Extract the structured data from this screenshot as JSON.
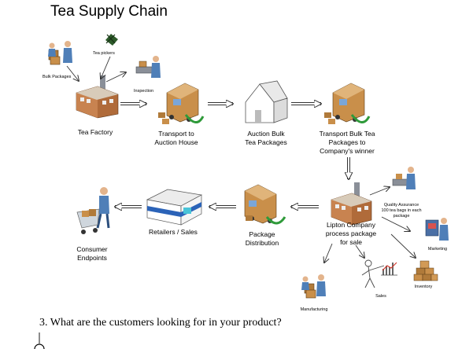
{
  "title": "Tea Supply Chain",
  "nodes": {
    "bulk_packages": "Bulk Packages",
    "tea_pickers": "Tea pickers",
    "inspection": "Inspection",
    "tea_factory": "Tea Factory",
    "transport_auction": [
      "Transport to",
      "Auction House"
    ],
    "auction_bulk": [
      "Auction Bulk",
      "Tea Packages"
    ],
    "transport_bulk": [
      "Transport Bulk Tea",
      "Packages to",
      "Company's winner"
    ],
    "quality_assurance": [
      "Quality Assurance",
      "100 tea bags in each",
      "package"
    ],
    "lipton": [
      "Lipton Company",
      "process package",
      "for sale"
    ],
    "marketing": "Marketing",
    "inventory": "Inventory",
    "sales": "Sales",
    "manufacturing": "Manufacturing",
    "package_distribution": [
      "Package",
      "Distribution"
    ],
    "retailers": "Retailers / Sales",
    "consumer": [
      "Consumer",
      "Endpoints"
    ]
  },
  "question": "3. What are the customers looking for in your product?"
}
